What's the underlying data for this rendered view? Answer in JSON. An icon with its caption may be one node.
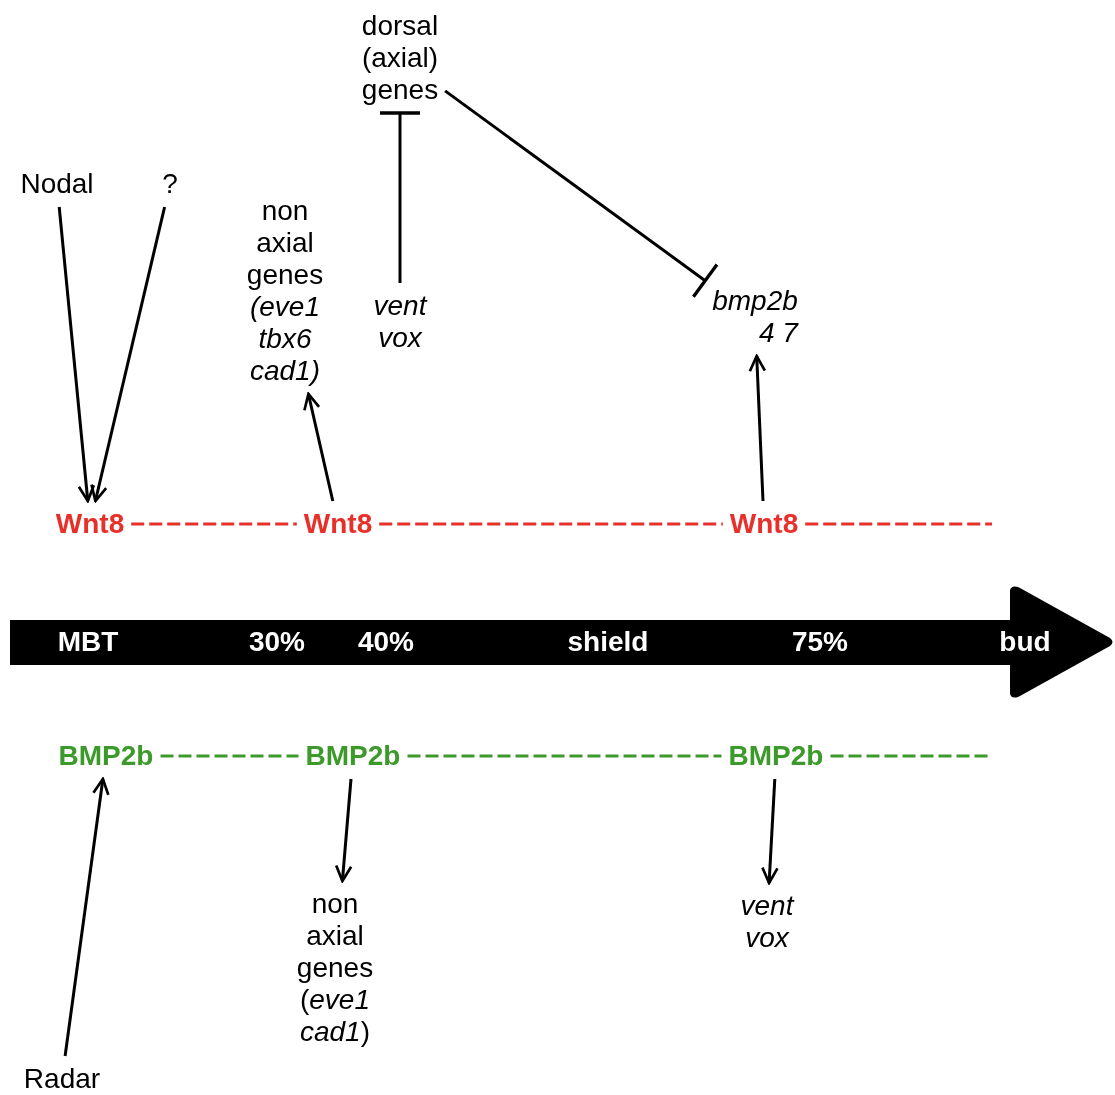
{
  "diagram": {
    "nodes": [
      {
        "text": [
          "Nodal"
        ]
      },
      {
        "text": [
          "?"
        ]
      },
      {
        "text": [
          "dorsal (axial) genes"
        ]
      },
      {
        "text": [
          "non axial genes *(eve1 tbx6 cad1)*"
        ]
      },
      {
        "text": [
          "vent vox"
        ]
      },
      {
        "text": [
          "bmp2b 4 7"
        ]
      },
      {
        "text": [
          "Wnt8"
        ]
      },
      {
        "text": [
          "Wnt8"
        ]
      },
      {
        "text": [
          "Wnt8"
        ]
      },
      {
        "text": [
          "BMP2b"
        ]
      },
      {
        "text": [
          "BMP2b"
        ]
      },
      {
        "text": [
          "BMP2b"
        ]
      },
      {
        "text": [
          "non axial genes (*eve1 cad1*)"
        ]
      },
      {
        "text": [
          "vent vox"
        ]
      },
      {
        "text": [
          "Radar"
        ]
      }
    ],
    "edges": [
      {
        "from": 0,
        "to": 6,
        "arrow": "to"
      },
      {
        "from": 1,
        "to": 6,
        "arrow": "to"
      },
      {
        "from": 7,
        "to": 3,
        "arrow": "to"
      },
      {
        "from": 8,
        "to": 5,
        "arrow": "to"
      },
      {
        "from": 4,
        "to": 2,
        "arrow": "other"
      },
      {
        "from": 2,
        "to": 5,
        "arrow": "other"
      },
      {
        "from": 6,
        "to": 7,
        "arrow": "none",
        "style": "dashed",
        "color": "#e8302a"
      },
      {
        "from": 7,
        "to": 8,
        "arrow": "none",
        "style": "dashed",
        "color": "#e8302a"
      },
      {
        "from": 8,
        "to": null,
        "arrow": "none",
        "style": "dashed",
        "color": "#e8302a"
      },
      {
        "from": 9,
        "to": 10,
        "arrow": "none",
        "style": "dashed",
        "color": "#3c9a2b"
      },
      {
        "from": 10,
        "to": 11,
        "arrow": "none",
        "style": "dashed",
        "color": "#3c9a2b"
      },
      {
        "from": 11,
        "to": null,
        "arrow": "none",
        "style": "dashed",
        "color": "#3c9a2b"
      },
      {
        "from": 14,
        "to": 9,
        "arrow": "to"
      },
      {
        "from": 10,
        "to": 12,
        "arrow": "to"
      },
      {
        "from": 11,
        "to": 13,
        "arrow": "to"
      }
    ],
    "labels": [
      "MBT",
      "30%",
      "40%",
      "shield",
      "75%",
      "bud"
    ]
  }
}
